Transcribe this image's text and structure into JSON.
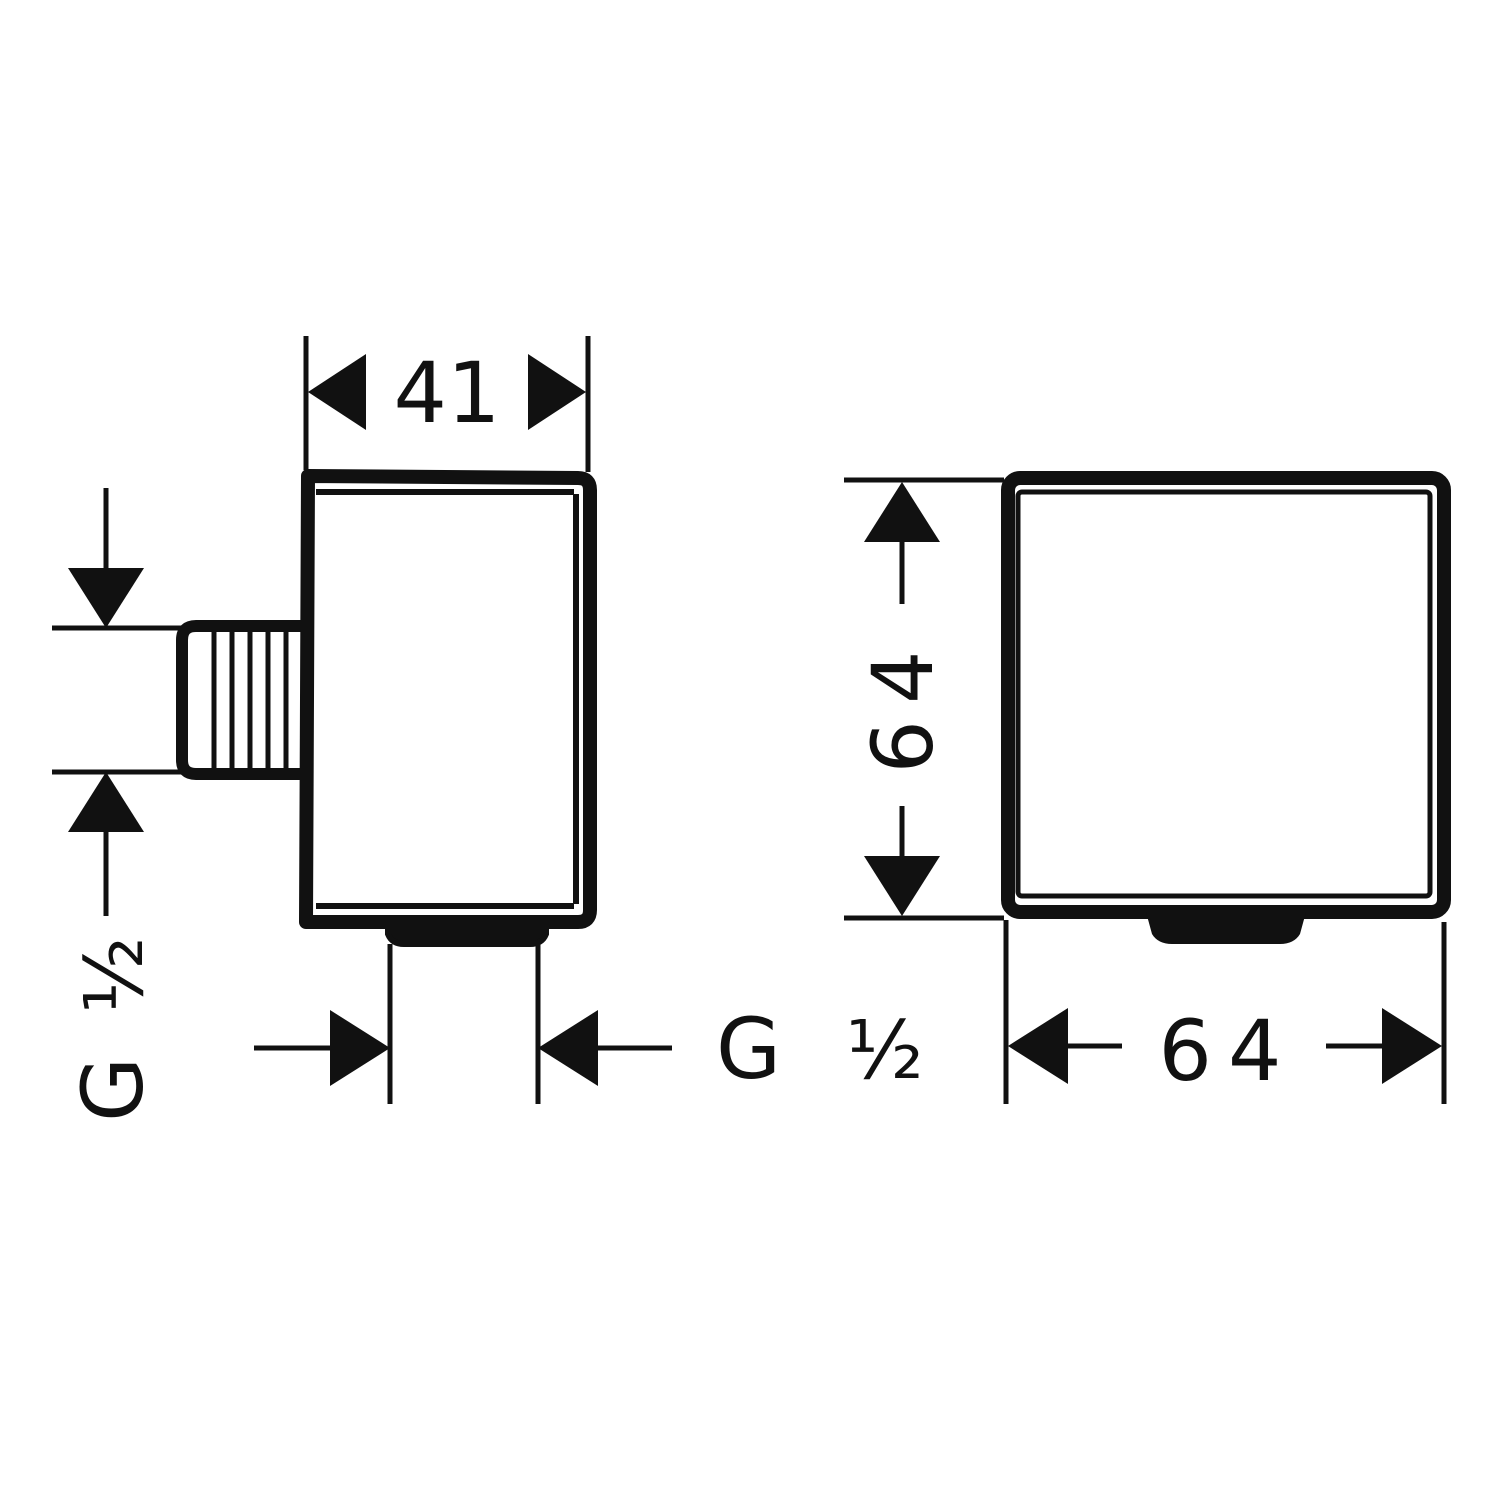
{
  "dimensions": {
    "side_depth": "41",
    "front_height": "64",
    "front_width": "64"
  },
  "threads": {
    "side_inlet": {
      "letter": "G",
      "fraction": "½"
    },
    "bottom_outlet": {
      "letter": "G",
      "fraction": "½"
    }
  },
  "colors": {
    "line": "#111111",
    "background": "#ffffff"
  }
}
